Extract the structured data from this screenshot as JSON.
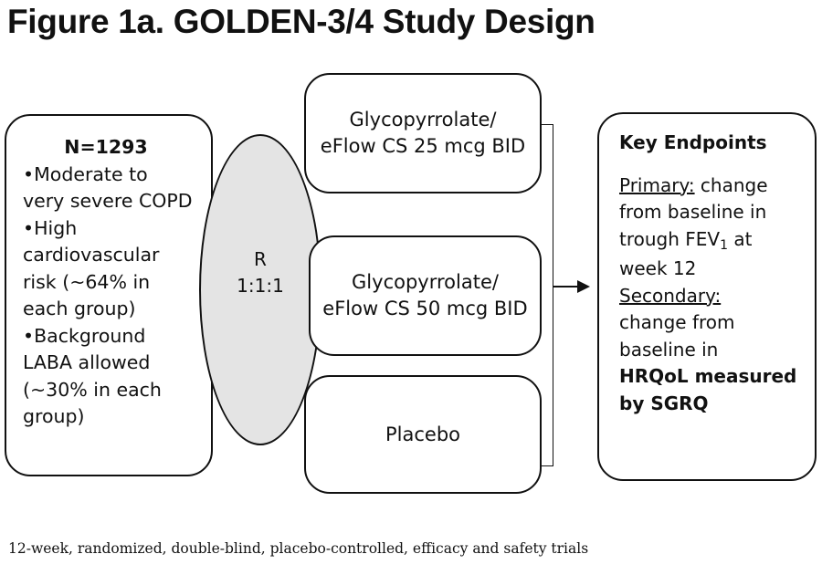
{
  "title": "Figure 1a. GOLDEN-3/4 Study Design",
  "population": {
    "n": "N=1293",
    "bullets": [
      [
        "•Moderate to",
        "very severe COPD"
      ],
      [
        "•High",
        "cardiovascular",
        "risk (~64% in",
        "each group)"
      ],
      [
        "•Background",
        "LABA allowed",
        "(~30% in each",
        "group)"
      ]
    ]
  },
  "randomization": {
    "letter": "R",
    "ratio": "1:1:1"
  },
  "arms": [
    [
      "Glycopyrrolate/",
      "eFlow CS 25 mcg BID"
    ],
    [
      "Glycopyrrolate/",
      "eFlow CS 50 mcg BID"
    ],
    [
      "Placebo"
    ]
  ],
  "endpoints": {
    "heading": "Key Endpoints",
    "primary_label": "Primary:",
    "primary_text_1": " change",
    "primary_lines": [
      "from baseline in",
      "trough FEV",
      "at",
      "week 12"
    ],
    "fev_subscript": "1",
    "secondary_label": "Secondary:",
    "secondary_lines": [
      "change from",
      "baseline in"
    ],
    "secondary_bold": [
      "HRQoL measured",
      "by SGRQ"
    ]
  },
  "footnote": "12-week, randomized, double-blind, placebo-controlled, efficacy and safety trials"
}
